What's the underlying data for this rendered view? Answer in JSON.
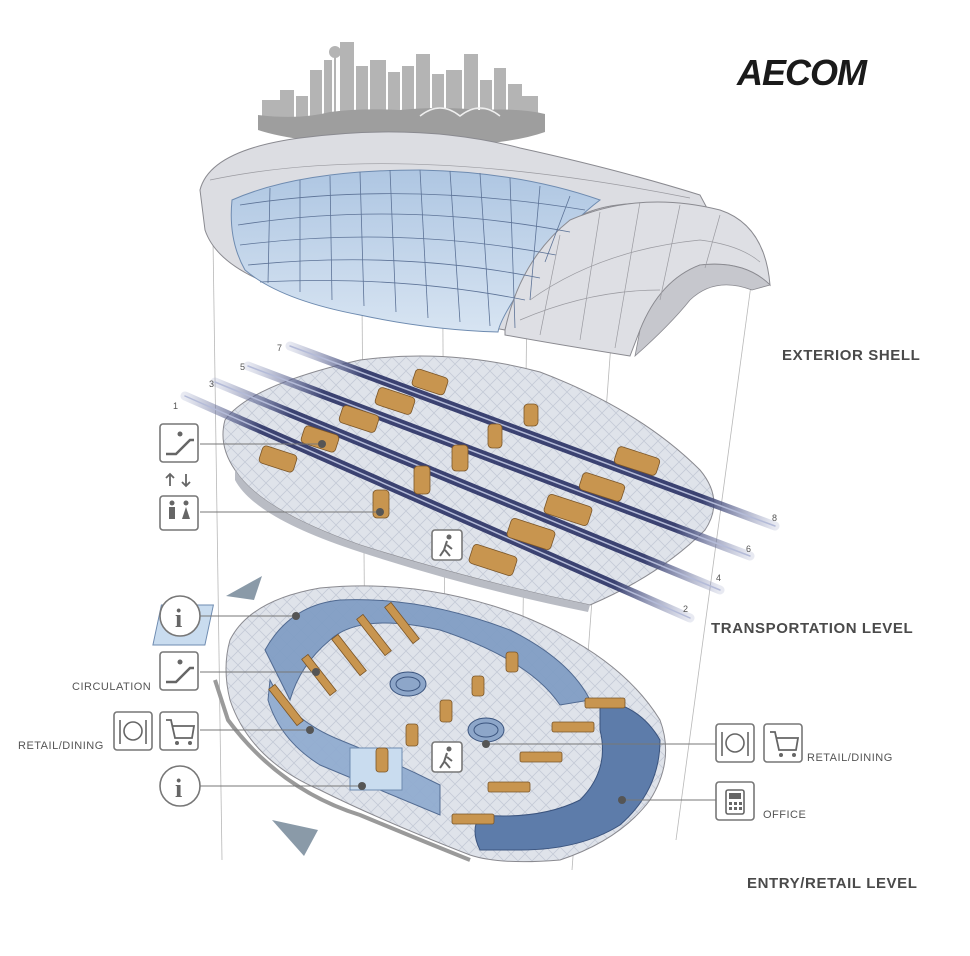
{
  "logo": "AECOM",
  "levels": {
    "exterior": "EXTERIOR SHELL",
    "transportation": "TRANSPORTATION LEVEL",
    "entry": "ENTRY/RETAIL LEVEL"
  },
  "callouts": {
    "circulation": "CIRCULATION",
    "retail_left": "RETAIL/DINING",
    "retail_right": "RETAIL/DINING",
    "office": "OFFICE"
  },
  "tracks": [
    "1",
    "2",
    "3",
    "4",
    "5",
    "6",
    "7",
    "8"
  ],
  "icons": {
    "escalator_top": "escalator-icon",
    "elevator": "elevator-icon",
    "walk_top": "pedestrian-icon",
    "info_top": "info-icon",
    "escalator_bottom": "escalator-icon",
    "dining_left": "dining-icon",
    "cart_left": "cart-icon",
    "info_bottom": "info-icon",
    "walk_bottom": "pedestrian-icon",
    "dining_right": "dining-icon",
    "cart_right": "cart-icon",
    "phone_office": "phone-icon"
  },
  "colors": {
    "glass": "#c9dcef",
    "shell": "#d8d8dc",
    "track": "#3c4470",
    "wood": "#c8954f",
    "retail_blue": "#7f9cc4",
    "skyline": "#b3b3b3"
  }
}
